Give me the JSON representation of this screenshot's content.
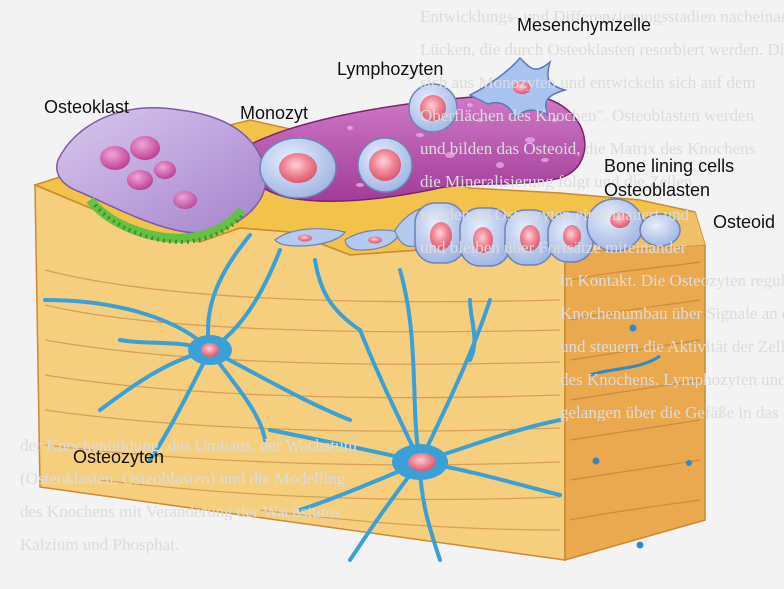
{
  "diagram": {
    "labels": {
      "osteoklast": "Osteoklast",
      "monozyt": "Monozyt",
      "lymphozyten": "Lymphozyten",
      "mesenchymzelle": "Mesenchymzelle",
      "bone_lining_cells": "Bone lining cells",
      "osteoblasten": "Osteoblasten",
      "osteoid": "Osteoid",
      "osteozyten": "Osteozyten"
    },
    "background_text": [
      "Entwicklungs- und Differenzierungsstadien nacheinander und in",
      "Lücken, die durch Osteoklasten resorbiert werden. Die",
      "sich aus Monozyten und entwickeln sich auf dem",
      "Oberflächen des Knochen\". Osteoblasten werden",
      "und bilden das Osteoid, die Matrix des Knochens",
      "die Mineralisierung folgt und die Zellen",
      "werden zu Osteozyten eingemauert und",
      "und bleiben über Fortsätze miteinander",
      "in Kontakt. Die Osteozyten regulieren den",
      "Knochenumbau über Signale an der Oberfläche",
      "und steuern die Aktivität der Zellen",
      "des Knochens. Lymphozyten und Monozyten",
      "gelangen über die Gefäße in das Mark",
      "der Knochenbildung, des Umbaus, der Wachstum",
      "(Osteoklasten, Osteoblasten) und die Modelling",
      "des Knochens mit Veränderung der Wachstums",
      "Kalzium und Phosphat."
    ],
    "colors": {
      "bone_top": "#f3c24a",
      "bone_front": "#f6cf7e",
      "bone_side": "#e9a64f",
      "lamella": "#d79a52",
      "canaliculi": "#3aa0d6",
      "osteoclast": "#b79ad6",
      "osteoclast_nucleus": "#c4489b",
      "ruffled_border": "#6cc04a",
      "vessel": "#b14ba9",
      "cell_body": "#b6c9ef",
      "cell_nucleus": "#f08d9d"
    }
  }
}
